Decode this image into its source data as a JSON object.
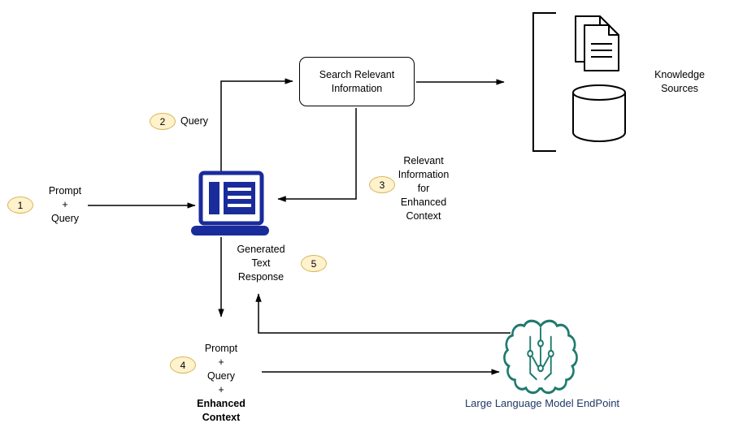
{
  "diagram_title": "RAG flow diagram",
  "colors": {
    "badge_fill": "#FFF2CC",
    "badge_border": "#D6B656",
    "laptop_blue": "#1A2B9B",
    "brain_teal": "#1F7A6E",
    "llm_label_navy": "#1F3864",
    "line_black": "#000000"
  },
  "icons": {
    "laptop": "laptop-icon",
    "documents": "documents-icon",
    "database": "database-icon",
    "brain": "brain-icon",
    "bracket": "grouping-bracket"
  },
  "nodes": {
    "search_box": "Search Relevant\nInformation",
    "knowledge_sources": "Knowledge\nSources",
    "llm_endpoint": "Large Language Model EndPoint"
  },
  "labels": {
    "prompt_query": "Prompt\n+\nQuery",
    "query": "Query",
    "relevant_info": "Relevant\nInformation\nfor\nEnhanced\nContext",
    "generated_text": "Generated\nText\nResponse",
    "prompt_query_plus": "Prompt\n+\nQuery\n+",
    "enhanced_context": "Enhanced\nContext"
  },
  "badges": {
    "step1": "1",
    "step2": "2",
    "step3": "3",
    "step4": "4",
    "step5": "5"
  }
}
